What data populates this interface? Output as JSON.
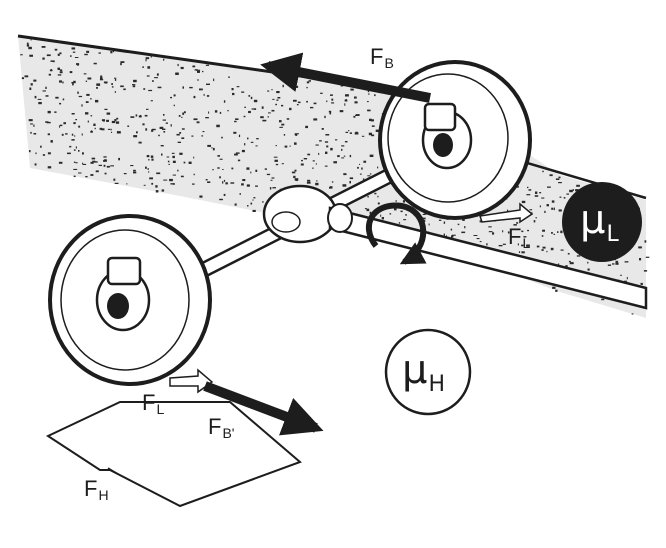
{
  "labels": {
    "fb_top": {
      "base": "F",
      "sub": "B"
    },
    "fl_right": {
      "base": "F",
      "sub": "L"
    },
    "fl_left": {
      "base": "F",
      "sub": "L"
    },
    "fb_prime": {
      "base": "F",
      "sub": "B'"
    },
    "fh": {
      "base": "F",
      "sub": "H"
    }
  },
  "coefficients": {
    "low": {
      "base": "μ",
      "sub": "L"
    },
    "high": {
      "base": "μ",
      "sub": "H"
    }
  },
  "colors": {
    "ink": "#1d1d1d",
    "paper": "#ffffff",
    "road_speckle": "#2a2a2a",
    "badge_fill": "#1d1d1d"
  }
}
